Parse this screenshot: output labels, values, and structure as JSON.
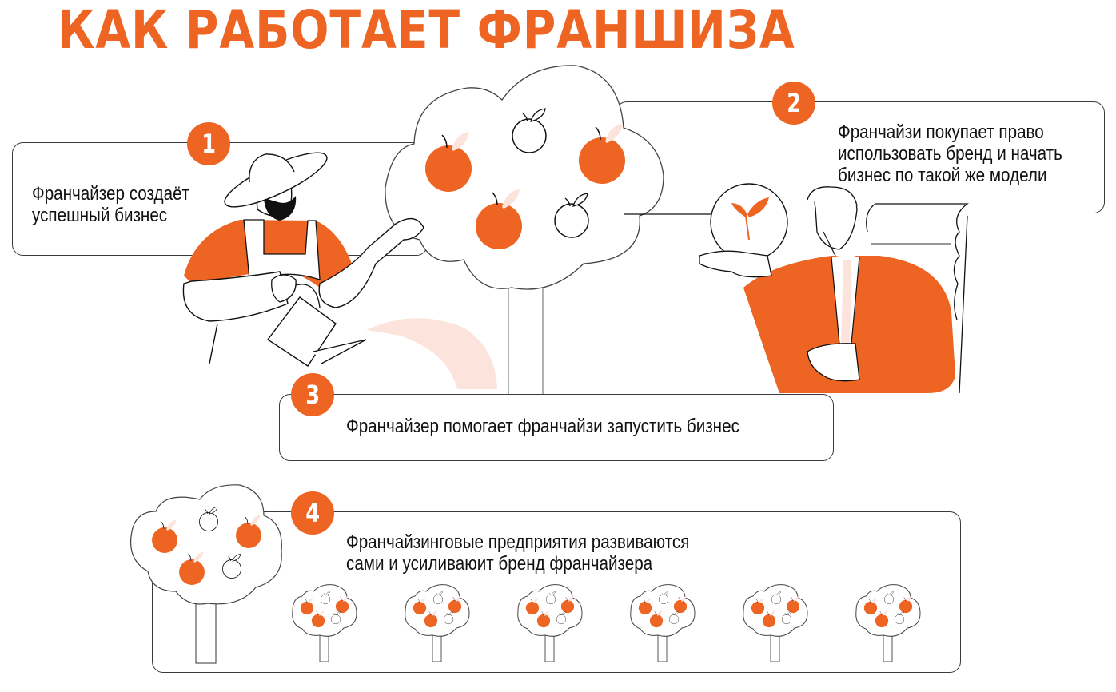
{
  "title": "КАК РАБОТАЕТ ФРАНШИЗА",
  "colors": {
    "accent": "#ee6423",
    "accent_light": "#fce4dc",
    "outline": "#3a3a3a",
    "text": "#111111",
    "background": "#ffffff"
  },
  "steps": [
    {
      "number": "1",
      "text_lines": [
        "Франчайзер создаёт",
        "успешный бизнес"
      ]
    },
    {
      "number": "2",
      "text_lines": [
        "Франчайзи покупает право",
        "использовать бренд и начать",
        "бизнес по такой же модели"
      ]
    },
    {
      "number": "3",
      "text_lines": [
        "Франчайзер помогает франчайзи запустить бизнес"
      ]
    },
    {
      "number": "4",
      "text_lines": [
        "Франчайзинговые предприятия развиваются",
        "сами и усиливаюит бренд франчайзера"
      ]
    }
  ],
  "illustrations": {
    "gardener": "gardener-with-watering-can",
    "big_tree": "apple-tree",
    "businessman": "businessman-holding-sprout",
    "small_trees_count": 6
  }
}
